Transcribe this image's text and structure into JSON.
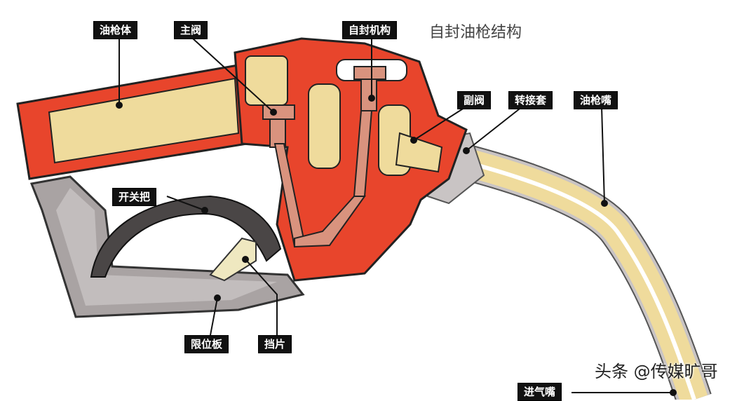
{
  "title": "自封油枪结构",
  "labels": {
    "body": "油枪体",
    "main_valve": "主阀",
    "self_seal": "自封机构",
    "sub_valve": "副阀",
    "adapter": "转接套",
    "spout": "油枪嘴",
    "trigger": "开关把",
    "limit_plate": "限位板",
    "baffle": "挡片",
    "air_inlet": "进气嘴"
  },
  "watermark": "头条 @传媒旷哥",
  "colors": {
    "red": "#e8452c",
    "beige": "#efdb9c",
    "gray": "#a9a3a3",
    "dark": "#4a4646",
    "pink": "#d9937e"
  }
}
